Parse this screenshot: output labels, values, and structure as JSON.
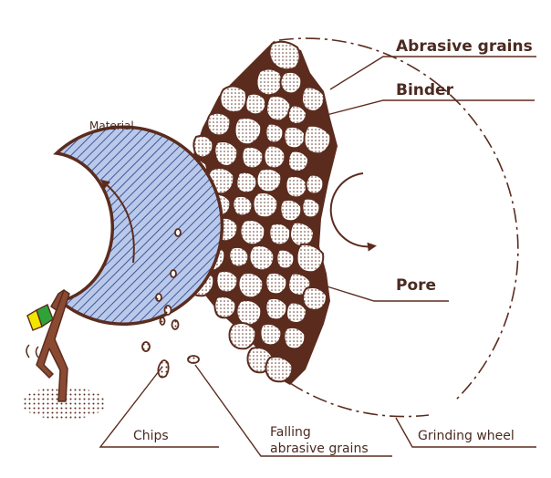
{
  "labels": {
    "abrasive_grains": "Abrasive grains",
    "binder": "Binder",
    "material": "Material",
    "pore": "Pore",
    "chips": "Chips",
    "falling_line1": "Falling",
    "falling_line2": "abrasive grains",
    "grinding_wheel": "Grinding wheel"
  },
  "colors": {
    "binder": "#5b2c1e",
    "material_fill": "#b9c9ea",
    "material_hatch": "#44559a",
    "grain_fill": "#ffffff",
    "figure": "#5b2c1e",
    "cap_green": "#2fa33a",
    "cap_yellow": "#f2e600"
  },
  "icons": {
    "material_rotation": "arrow-ccw-icon",
    "wheel_rotation": "arrow-cw-icon",
    "person": "stick-figure-icon"
  }
}
